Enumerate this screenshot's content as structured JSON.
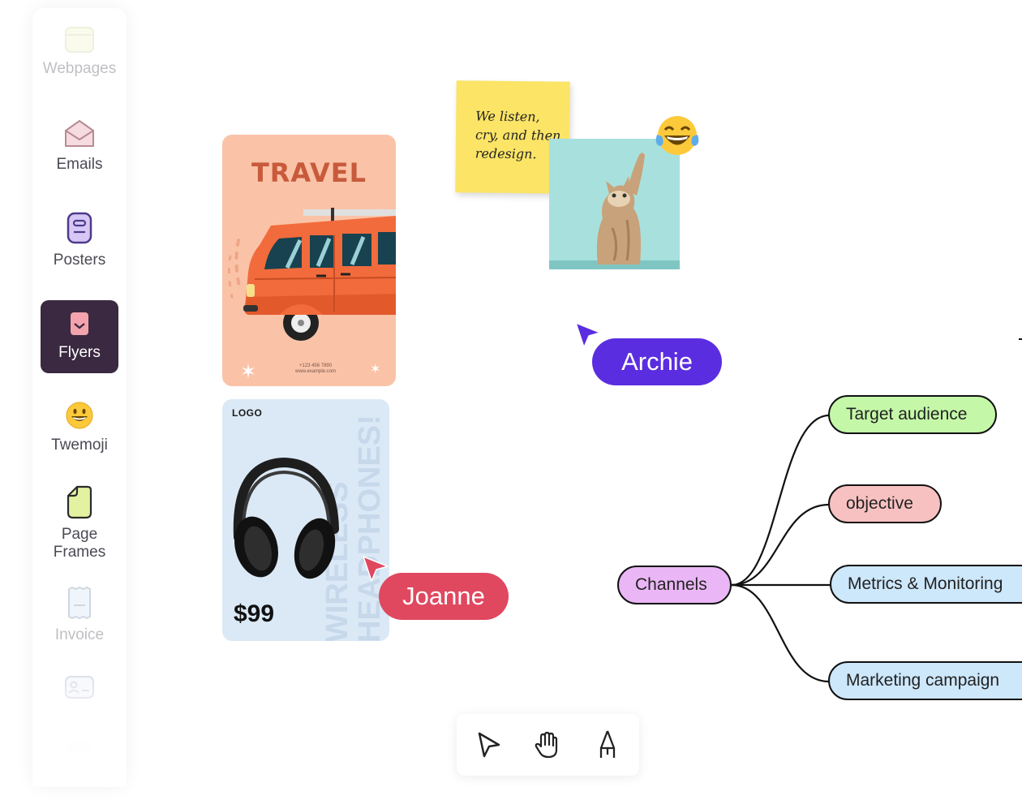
{
  "sidebar": {
    "items": [
      {
        "label": "Webpages",
        "icon": "webpage-icon"
      },
      {
        "label": "Emails",
        "icon": "envelope-icon"
      },
      {
        "label": "Posters",
        "icon": "poster-icon"
      },
      {
        "label": "Flyers",
        "icon": "flyer-icon",
        "active": true
      },
      {
        "label": "Twemoji",
        "icon": "smiley-icon"
      },
      {
        "label": "Page\nFrames",
        "icon": "page-frame-icon"
      },
      {
        "label": "Invoice",
        "icon": "invoice-icon"
      }
    ],
    "item_5_line1": "Page",
    "item_5_line2": "Frames"
  },
  "travel_card": {
    "title": "TRAVEL",
    "contact_line1": "+123 456 7890",
    "contact_line2": "www.example.com"
  },
  "headphone_card": {
    "logo": "LOGO",
    "vertical_line1": "WIRELESS",
    "vertical_line2": "HEADPHONES!",
    "price": "$99"
  },
  "sticky_note": {
    "text": "We listen, cry, and then redesign."
  },
  "cursors": {
    "archie": {
      "name": "Archie",
      "color": "#5b2de0"
    },
    "joanne": {
      "name": "Joanne",
      "color": "#e0485f"
    }
  },
  "mind_map": {
    "root": "Channels",
    "children": [
      "Target audience",
      "objective",
      "Metrics & Monitoring",
      "Marketing campaign"
    ]
  },
  "toolbar": {
    "tools": [
      "pointer-tool",
      "hand-tool",
      "pen-tool"
    ]
  }
}
